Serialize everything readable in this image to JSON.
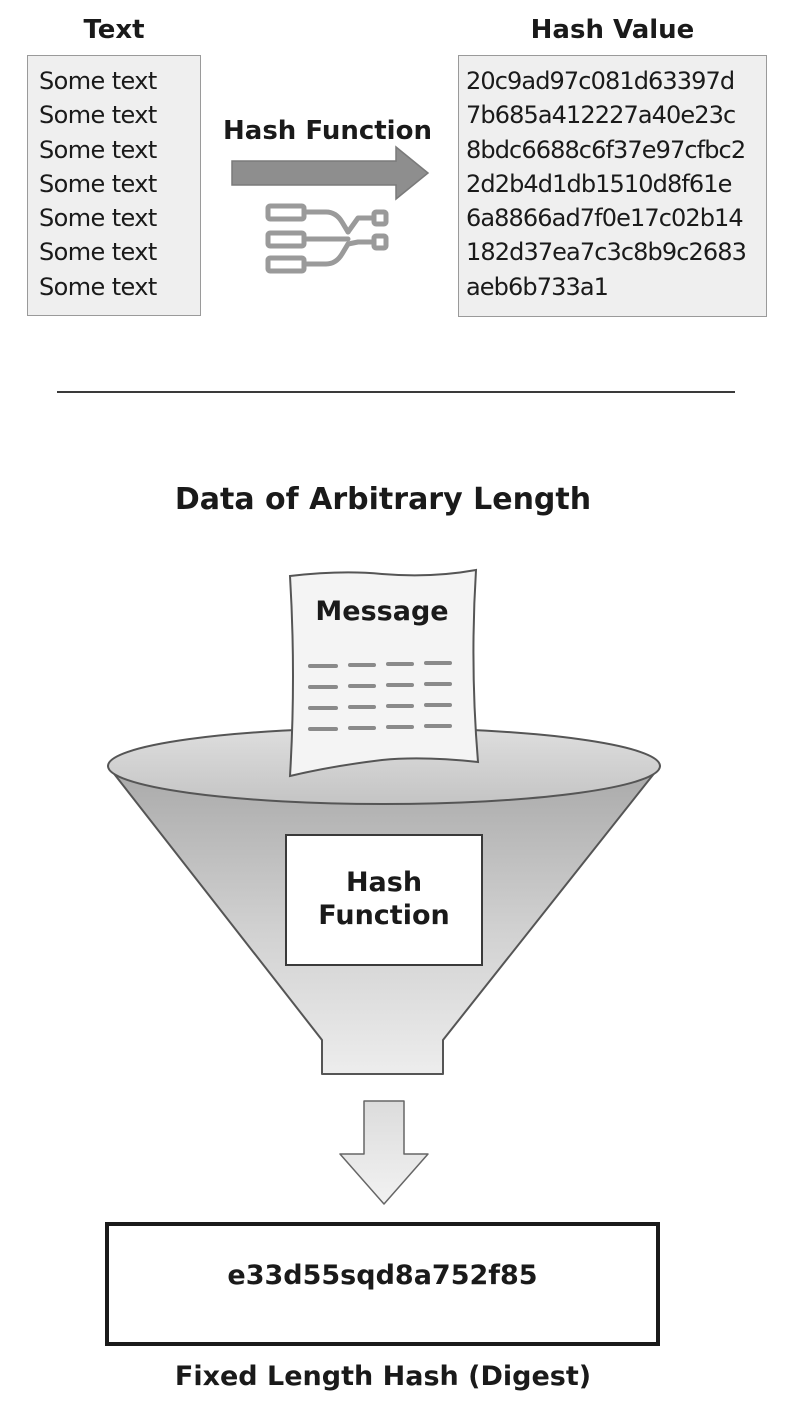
{
  "top": {
    "text_heading": "Text",
    "text_lines": [
      "Some text",
      "Some text",
      "Some text",
      "Some text",
      "Some text",
      "Some text",
      "Some text"
    ],
    "function_label": "Hash Function",
    "hash_heading": "Hash Value",
    "hash_lines": [
      "20c9ad97c081d63397d",
      "7b685a412227a40e23c",
      "8bdc6688c6f37e97cfbc2",
      "2d2b4d1db1510d8f61e",
      "6a8866ad7f0e17c02b14",
      "182d37ea7c3c8b9c2683",
      "aeb6b733a1"
    ]
  },
  "bottom": {
    "title": "Data of Arbitrary Length",
    "message_label": "Message",
    "function_label_line1": "Hash",
    "function_label_line2": "Function",
    "digest_value": "e33d55sqd8a752f85",
    "caption": "Fixed Length Hash (Digest)"
  },
  "icons": {
    "arrow": "right-arrow-icon",
    "flow": "flowchart-icon",
    "down_arrow": "down-arrow-icon"
  }
}
